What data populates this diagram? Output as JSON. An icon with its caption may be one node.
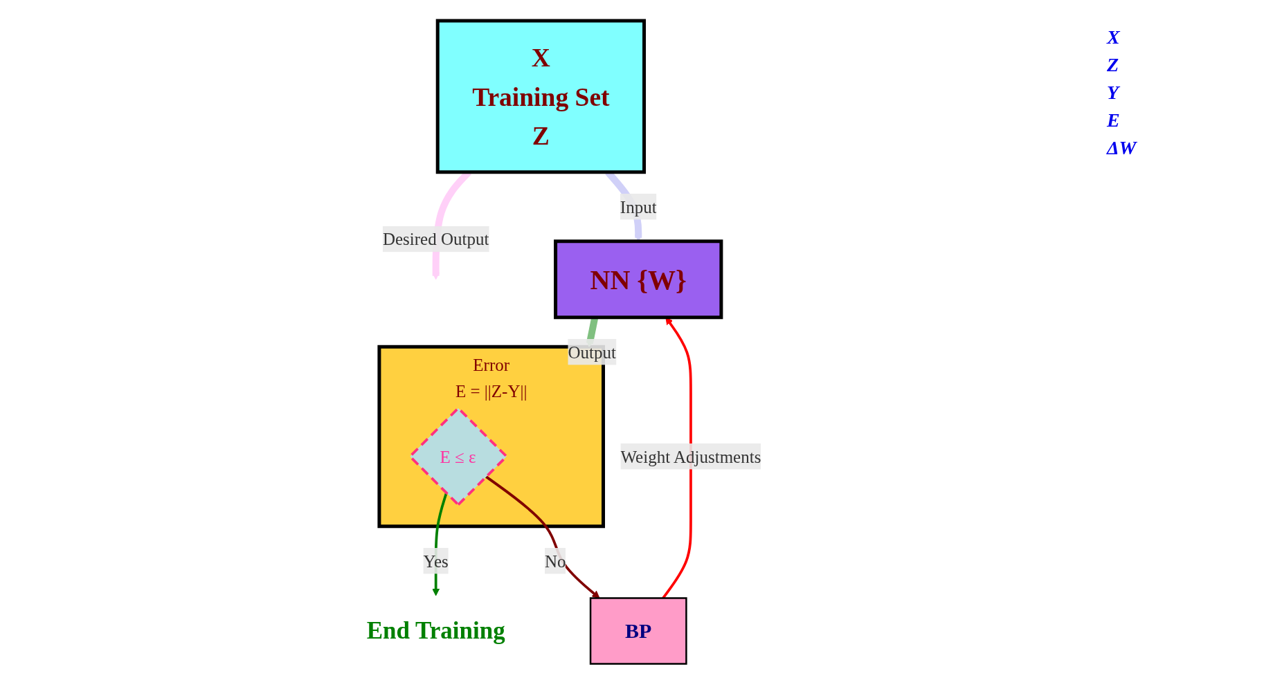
{
  "diagram": {
    "nodes": [
      {
        "text": [
          "X",
          "Training Set",
          "Z"
        ]
      },
      {
        "text": [
          "NN {W}"
        ]
      },
      {
        "text": [
          "Error",
          "E = ||Z-Y||"
        ]
      },
      {
        "text": [
          "E ≤ ε"
        ],
        "in": 2
      },
      {
        "text": [
          "End Training"
        ]
      },
      {
        "text": [
          "BP"
        ]
      }
    ],
    "edges": [
      {
        "from": 0,
        "to": 1,
        "arrow": "to",
        "label": "Input",
        "style": "thick",
        "color": "#d0d0f8"
      },
      {
        "from": 0,
        "to": 2,
        "arrow": "to",
        "label": "Desired Output",
        "style": "thick",
        "color": "#ffd0f8"
      },
      {
        "from": 1,
        "to": 2,
        "arrow": "to",
        "label": "Output",
        "style": "thick",
        "color": "#80c080"
      },
      {
        "from": 3,
        "to": 4,
        "arrow": "to",
        "label": "Yes",
        "color": "#008000"
      },
      {
        "from": 3,
        "to": 5,
        "arrow": "to",
        "label": "No",
        "color": "#800000"
      },
      {
        "from": 5,
        "to": 1,
        "arrow": "to",
        "label": "Weight Adjustments",
        "color": "#ff0000"
      }
    ],
    "labels": [
      "X",
      "Z",
      "Y",
      "E",
      "ΔW"
    ]
  }
}
